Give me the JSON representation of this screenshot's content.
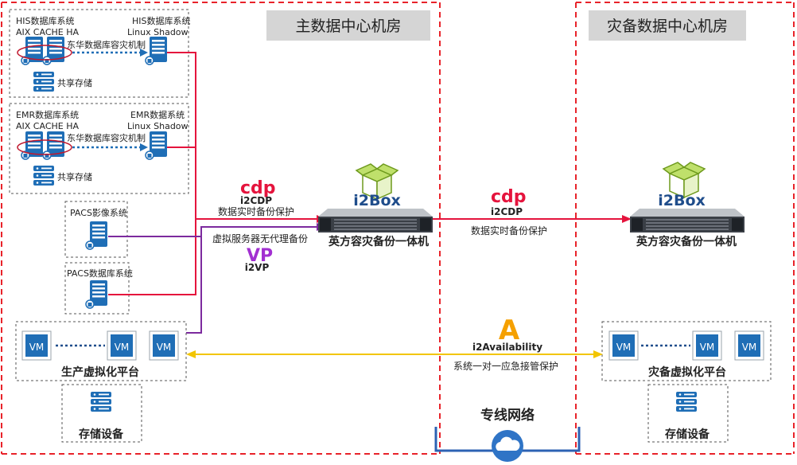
{
  "zones": {
    "main_title": "主数据中心机房",
    "dr_title": "灾备数据中心机房",
    "network_label": "专线网络"
  },
  "his": {
    "primary_line1": "HIS数据库系统",
    "primary_line2": "AIX CACHE HA",
    "shadow_line1": "HIS数据库系统",
    "shadow_line2": "Linux Shadow",
    "mechanism": "东华数据库容灾机制",
    "storage": "共享存储"
  },
  "emr": {
    "primary_line1": "EMR数据库系统",
    "primary_line2": "AIX CACHE HA",
    "shadow_line1": "EMR数据系统",
    "shadow_line2": "Linux Shadow",
    "mechanism": "东华数据库容灾机制",
    "storage": "共享存储"
  },
  "pacs_image": {
    "label": "PACS影像系统"
  },
  "pacs_db": {
    "label": "PACS数据库系统"
  },
  "cdp_left": {
    "logo": "cdp",
    "name": "i2CDP",
    "desc": "数据实时备份保护"
  },
  "vp": {
    "logo": "VP",
    "name": "i2VP",
    "desc": "虚拟服务器无代理备份"
  },
  "box_main": {
    "logo": "i2Box",
    "label": "英方容灾备份一体机"
  },
  "cdp_mid": {
    "logo": "cdp",
    "name": "i2CDP",
    "desc": "数据实时备份保护"
  },
  "box_dr": {
    "logo": "i2Box",
    "label": "英方容灾备份一体机"
  },
  "availability": {
    "logo": "A",
    "name": "i2Availability",
    "desc": "系统一对一应急接管保护"
  },
  "virt_prod": {
    "vm1": "VM",
    "vm2": "VM",
    "vm3": "VM",
    "label": "生产虚拟化平台"
  },
  "storage_prod": {
    "label": "存储设备"
  },
  "virt_dr": {
    "vm1": "VM",
    "vm2": "VM",
    "vm3": "VM",
    "label": "灾备虚拟化平台"
  },
  "storage_dr": {
    "label": "存储设备"
  },
  "colors": {
    "zone_border": "#e8232a",
    "cdp_line": "#e5143d",
    "vp_line": "#7c2a9e",
    "avail_line": "#f2c500",
    "server_blue": "#1f6eb6",
    "vm_blue": "#1f6eb6",
    "title_bg": "#d5d5d5",
    "vp_purple": "#a22fd1",
    "cdp_red": "#e5143d",
    "avail_orange": "#f5a000"
  }
}
